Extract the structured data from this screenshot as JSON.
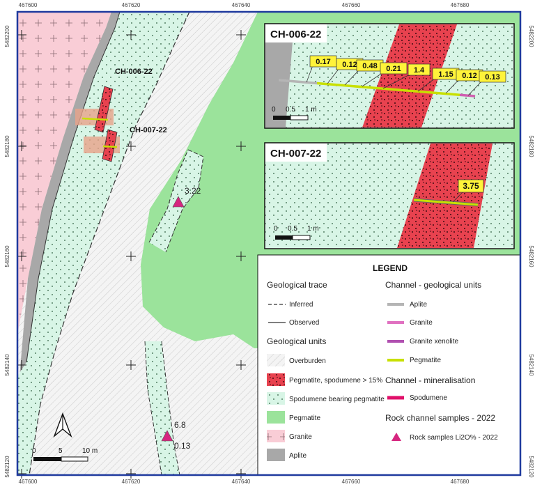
{
  "coordinates": {
    "x_ticks": [
      "467600",
      "467620",
      "467640",
      "467660",
      "467680"
    ],
    "y_ticks": [
      "5482200",
      "5482180",
      "5482160",
      "5482140",
      "5482120"
    ]
  },
  "map": {
    "channel_labels": [
      "CH-006-22",
      "CH-007-22"
    ],
    "samples": [
      {
        "value": "3.22"
      },
      {
        "value": "6.8"
      },
      {
        "value": "0.13"
      }
    ],
    "scale": {
      "ticks": [
        "0",
        "5",
        "10 m"
      ]
    }
  },
  "inset1": {
    "title": "CH-006-22",
    "values": [
      "0.17",
      "0.12",
      "0.48",
      "0.21",
      "1.4",
      "1.15",
      "0.12",
      "0.13"
    ],
    "scale": [
      "0",
      "0.5",
      "1 m"
    ]
  },
  "inset2": {
    "title": "CH-007-22",
    "values": [
      "3.75"
    ],
    "scale": [
      "0",
      "0.5",
      "1 m"
    ]
  },
  "legend": {
    "title": "LEGEND",
    "geological_trace": {
      "heading": "Geological trace",
      "items": [
        "Inferred",
        "Observed"
      ]
    },
    "geological_units": {
      "heading": "Geological units",
      "items": [
        "Overburden",
        "Pegmatite, spodumene > 15%",
        "Spodumene bearing pegmatite",
        "Pegmatite",
        "Granite",
        "Aplite"
      ]
    },
    "channel_units": {
      "heading": "Channel - geological units",
      "items": [
        "Aplite",
        "Granite",
        "Granite xenolite",
        "Pegmatite"
      ]
    },
    "channel_mineral": {
      "heading": "Channel - mineralisation",
      "items": [
        "Spodumene"
      ]
    },
    "rock_samples": {
      "heading": "Rock channel samples - 2022",
      "items": [
        "Rock samples Li2O% - 2022"
      ]
    }
  },
  "colors": {
    "frame": "#1f3a9e",
    "granite": "#f9cdd6",
    "aplite": "#a8a8a8",
    "spodumene_pegmatite": "#d8f5e6",
    "pegmatite": "#9be39b",
    "pegmatite_spodumene": "#e8424f",
    "sample": "#d6267f",
    "channel_pegmatite": "#c8e000",
    "channel_aplite": "#b5b5b5",
    "channel_granite": "#d060b0"
  }
}
